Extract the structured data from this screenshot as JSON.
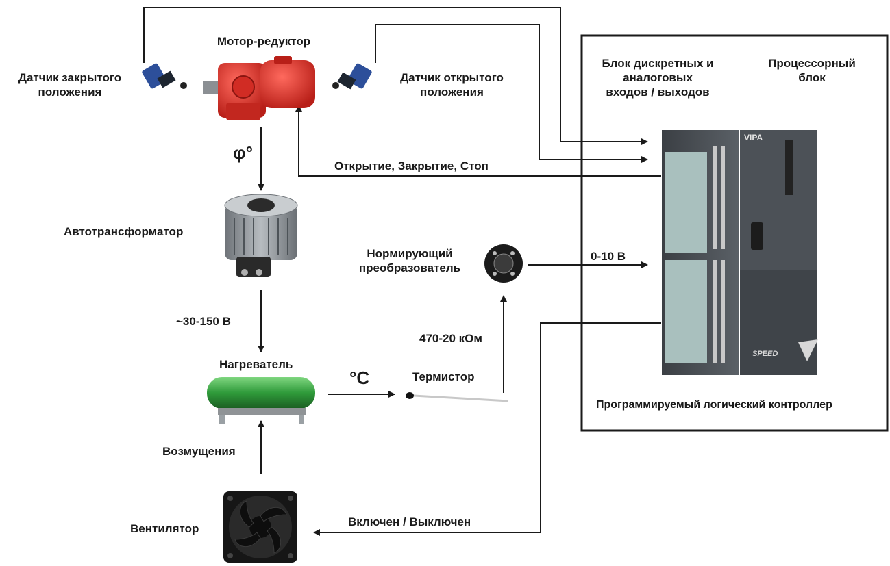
{
  "sensor_closed": {
    "line1": "Датчик закрытого",
    "line2": "положения"
  },
  "motor": {
    "label": "Мотор-редуктор"
  },
  "sensor_open": {
    "line1": "Датчик открытого",
    "line2": "положения"
  },
  "phi": {
    "label": "φ°"
  },
  "command": {
    "label": "Открытие, Закрытие, Стоп"
  },
  "autotransformer": {
    "label": "Автотрансформатор"
  },
  "voltage": {
    "label": "~30-150 В"
  },
  "heater": {
    "label": "Нагреватель"
  },
  "temp": {
    "label": "°С"
  },
  "thermistor": {
    "label": "Термистор"
  },
  "resistance": {
    "label": "470-20 кОм"
  },
  "converter": {
    "line1": "Нормирующий",
    "line2": "преобразователь"
  },
  "analog_signal": {
    "label": "0-10 В"
  },
  "disturbance": {
    "label": "Возмущения"
  },
  "fan": {
    "label": "Вентилятор"
  },
  "fan_control": {
    "label": "Включен / Выключен"
  },
  "plc": {
    "io_block": {
      "line1": "Блок дискретных и",
      "line2": "аналоговых",
      "line3": "входов / выходов"
    },
    "cpu_block": {
      "line1": "Процессорный",
      "line2": "блок"
    },
    "caption": "Программируемый логический контроллер",
    "brand": "VIPA",
    "brand_bottom": "SPEED"
  },
  "colors": {
    "motor": "#e0342c",
    "heater": "#2f9a3a",
    "plc_body": "#4a4f55",
    "io_module": "#a9c0be",
    "line": "#1a1a1a"
  }
}
